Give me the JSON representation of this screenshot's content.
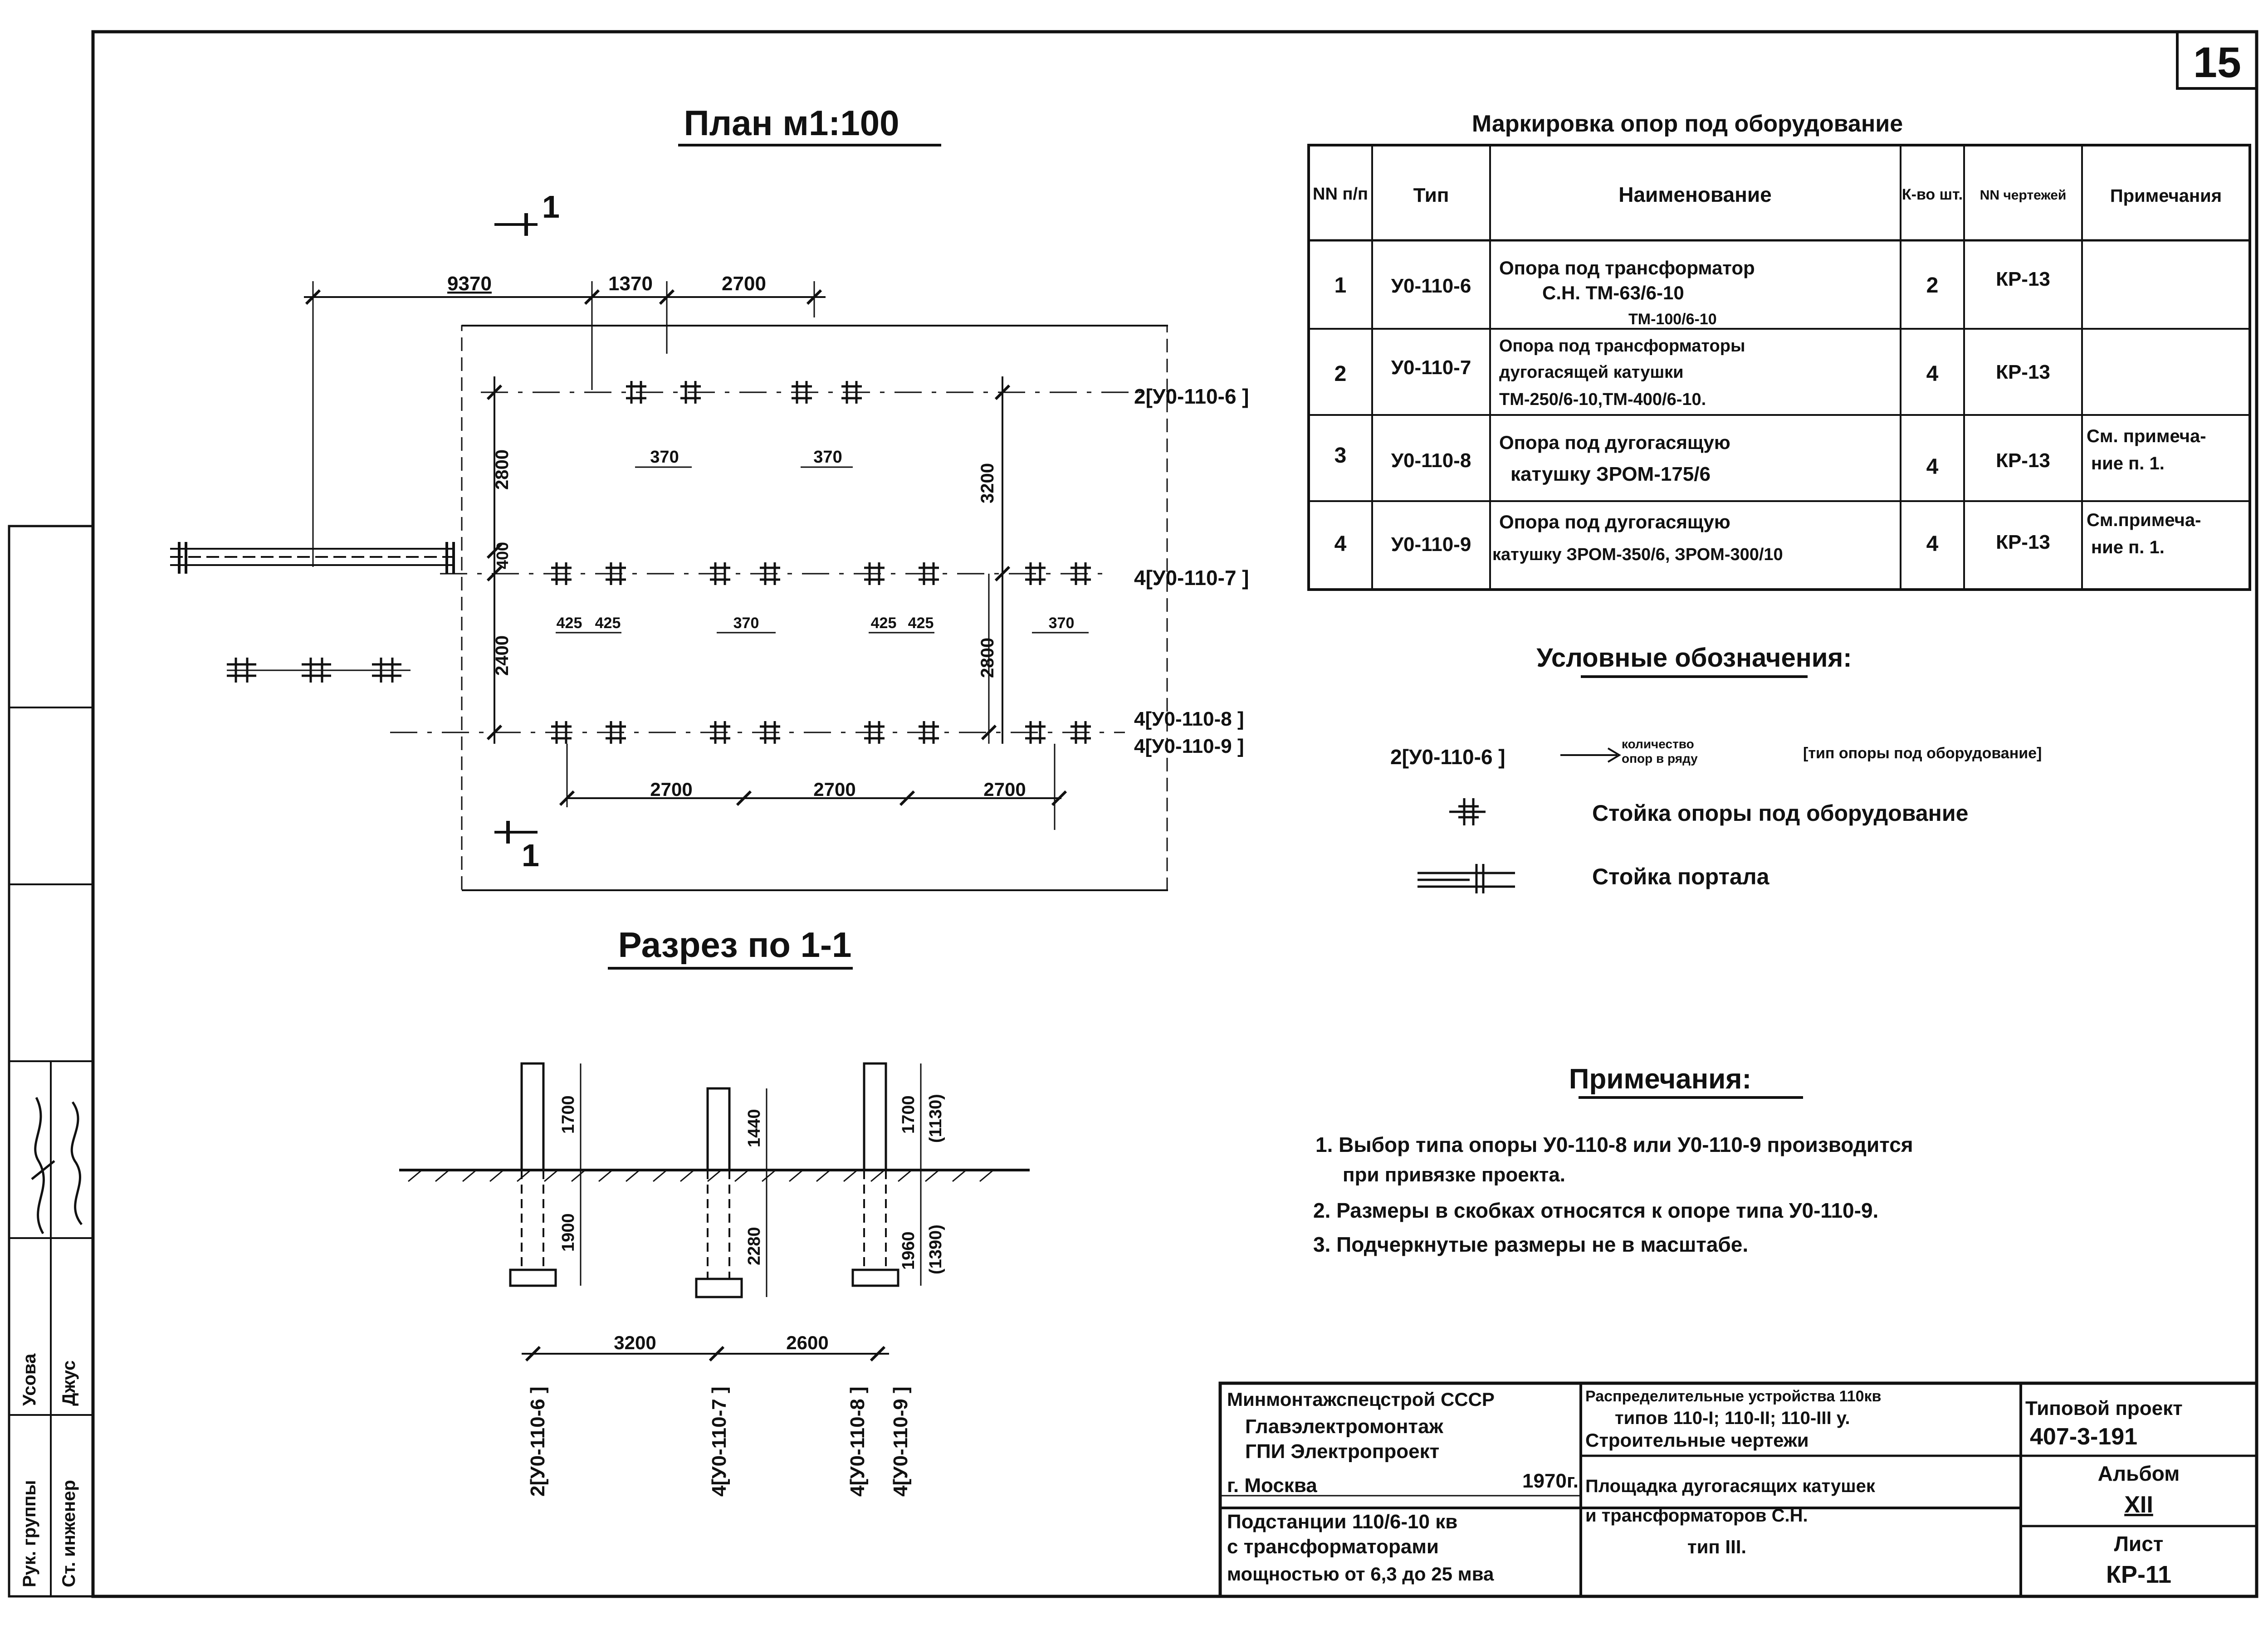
{
  "sheet_number": "15",
  "plan": {
    "title": "План м1:100",
    "section_marker_top": "1",
    "section_marker_bottom": "1",
    "dims_top": [
      "9370",
      "1370",
      "2700"
    ],
    "dims_bottom": [
      "2700",
      "2700",
      "2700"
    ],
    "dims_vertical": [
      "2800",
      "400",
      "2400",
      "3200",
      "2800"
    ],
    "spacing_labels": [
      "370",
      "370",
      "425",
      "425",
      "370",
      "425",
      "425",
      "370"
    ],
    "row_labels": [
      "2[У0-110-6 ]",
      "4[У0-110-7 ]",
      "4[У0-110-8 ]",
      "4[У0-110-9 ]"
    ]
  },
  "section": {
    "title": "Разрез по 1-1",
    "dims": [
      "1700",
      "1900",
      "1440",
      "2280",
      "1700",
      "(1130)",
      "1960",
      "(1390)"
    ],
    "span_dims": [
      "3200",
      "2600"
    ],
    "column_labels": [
      "2[У0-110-6 ]",
      "4[У0-110-7 ]",
      "4[У0-110-8 ]",
      "4[У0-110-9 ]"
    ]
  },
  "marking_table": {
    "title": "Маркировка опор под оборудование",
    "headers": [
      "NN п/п",
      "Тип",
      "Наименование",
      "К-во шт.",
      "NN чертежей",
      "Примечания"
    ],
    "rows": [
      {
        "n": "1",
        "type": "У0-110-6",
        "name_lines": [
          "Опора под трансформатор",
          "С.Н. ТМ-63/6-10",
          "ТМ-100/6-10"
        ],
        "qty": "2",
        "drawing": "КР-13",
        "note_lines": []
      },
      {
        "n": "2",
        "type": "У0-110-7",
        "name_lines": [
          "Опора под трансформаторы",
          "дугогасящей катушки",
          "ТМ-250/6-10,ТМ-400/6-10."
        ],
        "qty": "4",
        "drawing": "КР-13",
        "note_lines": []
      },
      {
        "n": "3",
        "type": "У0-110-8",
        "name_lines": [
          "Опора под дугогасящую",
          "катушку ЗРОМ-175/6"
        ],
        "qty": "4",
        "drawing": "КР-13",
        "note_lines": [
          "См. примеча-",
          "ние п. 1."
        ]
      },
      {
        "n": "4",
        "type": "У0-110-9",
        "name_lines": [
          "Опора под дугогасящую",
          "катушку ЗРОМ-350/6, ЗРОМ-300/10"
        ],
        "qty": "4",
        "drawing": "КР-13",
        "note_lines": [
          "См.примеча-",
          "ние п. 1."
        ]
      }
    ]
  },
  "legend": {
    "title": "Условные обозначения:",
    "example_label": "2[У0-110-6 ]",
    "count_label_lines": [
      "количество",
      "опор в ряду"
    ],
    "type_label": "[тип опоры под оборудование]",
    "items": [
      "Стойка опоры под оборудование",
      "Стойка портала"
    ]
  },
  "notes": {
    "title": "Примечания:",
    "lines": [
      "1. Выбор типа опоры У0-110-8 или У0-110-9 производится",
      "при привязке проекта.",
      "2. Размеры в скобках относятся к опоре типа У0-110-9.",
      "3. Подчеркнутые размеры не в масштабе."
    ]
  },
  "title_block": {
    "org_lines": [
      "Минмонтажспецстрой СССР",
      "Главэлектромонтаж",
      "ГПИ Электропроект",
      "г. Москва"
    ],
    "year": "1970г.",
    "subject_lines": [
      "Подстанции 110/6-10 кв",
      "с трансформаторами",
      "мощностью от 6,3 до 25 мва"
    ],
    "project_lines": [
      "Распределительные устройства 110кв",
      "типов 110-I; 110-II; 110-III у.",
      "Строительные чертежи"
    ],
    "sheet_title_lines": [
      "Площадка дугогасящих катушек",
      "и трансформаторов С.Н.",
      "тип III."
    ],
    "typical_label": "Типовой проект",
    "typical_number": "407-3-191",
    "album_label": "Альбом",
    "album_number": "XII",
    "sheet_label": "Лист",
    "sheet_code": "КР-11"
  },
  "side_stamp": {
    "rows": [
      "Рук. группы",
      "Ст. инженер"
    ],
    "names": [
      "Усова",
      "Джус"
    ]
  }
}
